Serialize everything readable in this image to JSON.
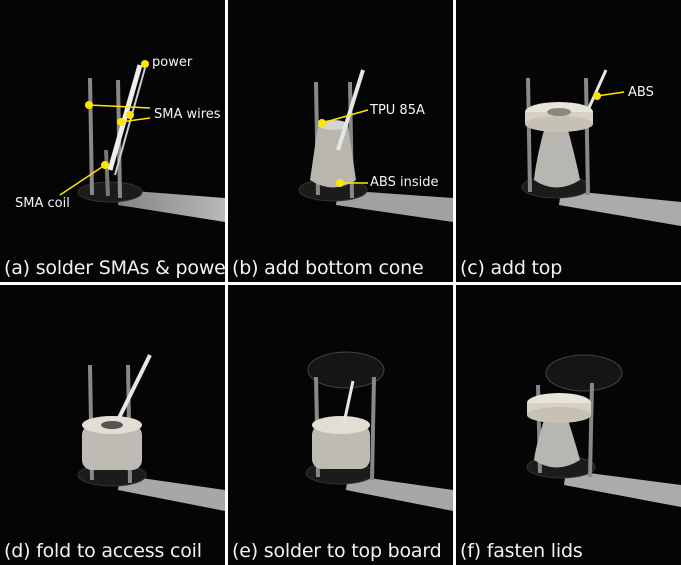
{
  "panels": [
    {
      "caption": "(a) solder SMAs & power",
      "labels": {
        "power": "power",
        "sma_wires": "SMA wires",
        "sma_coil": "SMA coil"
      }
    },
    {
      "caption": "(b) add bottom cone",
      "labels": {
        "tpu": "TPU 85A",
        "abs_inside": "ABS inside"
      }
    },
    {
      "caption": "(c) add top",
      "labels": {
        "abs": "ABS"
      }
    },
    {
      "caption": "(d) fold to access coil"
    },
    {
      "caption": "(e) solder to top board"
    },
    {
      "caption": "(f) fasten lids"
    }
  ],
  "colors": {
    "annotation": "#ffe600",
    "background": "#050505",
    "caption": "#f2f2f2"
  }
}
